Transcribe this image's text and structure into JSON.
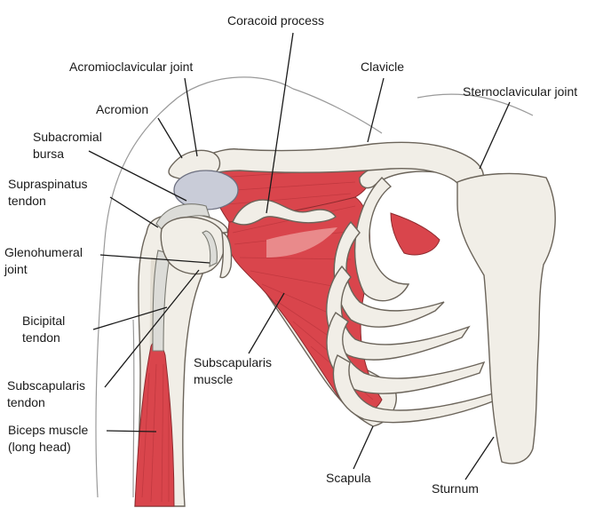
{
  "labels": {
    "coracoid_process": "Coracoid process",
    "acromioclavicular_joint": "Acromioclavicular joint",
    "clavicle": "Clavicle",
    "sternoclavicular_joint": "Sternoclavicular joint",
    "acromion": "Acromion",
    "subacromial_bursa_line1": "Subacromial",
    "subacromial_bursa_line2": "bursa",
    "supraspinatus_tendon_line1": "Supraspinatus",
    "supraspinatus_tendon_line2": "tendon",
    "glenohumeral_joint_line1": "Glenohumeral",
    "glenohumeral_joint_line2": "joint",
    "bicipital_tendon_line1": "Bicipital",
    "bicipital_tendon_line2": "tendon",
    "subscapularis_muscle_line1": "Subscapularis",
    "subscapularis_muscle_line2": "muscle",
    "subscapularis_tendon_line1": "Subscapularis",
    "subscapularis_tendon_line2": "tendon",
    "biceps_muscle_line1": "Biceps muscle",
    "biceps_muscle_line2": "(long head)",
    "scapula": "Scapula",
    "sturnum": "Sturnum"
  },
  "colors": {
    "muscle": "#d9454c",
    "bone": "#f1eee7",
    "bursa": "#c9ccd8",
    "text": "#1a1a1a"
  }
}
